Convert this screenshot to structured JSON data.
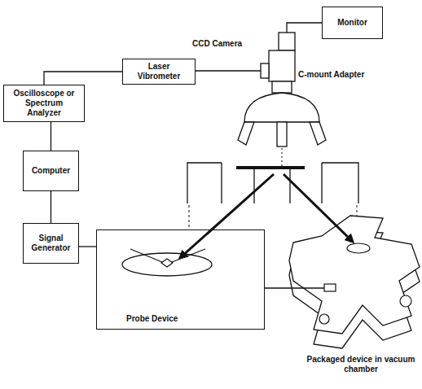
{
  "diagram": {
    "nodes": [
      {
        "text": [
          "Monitor"
        ]
      },
      {
        "text": [
          "Laser Vibrometer"
        ]
      },
      {
        "text": [
          "Oscilloscope or Spectrum Analyzer"
        ]
      },
      {
        "text": [
          "Computer"
        ]
      },
      {
        "text": [
          "Signal Generator"
        ]
      },
      {
        "text": [
          "Probe Device"
        ]
      }
    ],
    "edges": [
      {
        "from": 1,
        "to": 2,
        "arrow": "none"
      },
      {
        "from": 2,
        "to": 3,
        "arrow": "none"
      },
      {
        "from": 3,
        "to": 4,
        "arrow": "none"
      },
      {
        "from": 4,
        "to": 5,
        "arrow": "none"
      }
    ],
    "labels": [
      "CCD Camera",
      "C-mount Adapter",
      "Packaged device in vacuum chamber"
    ]
  }
}
